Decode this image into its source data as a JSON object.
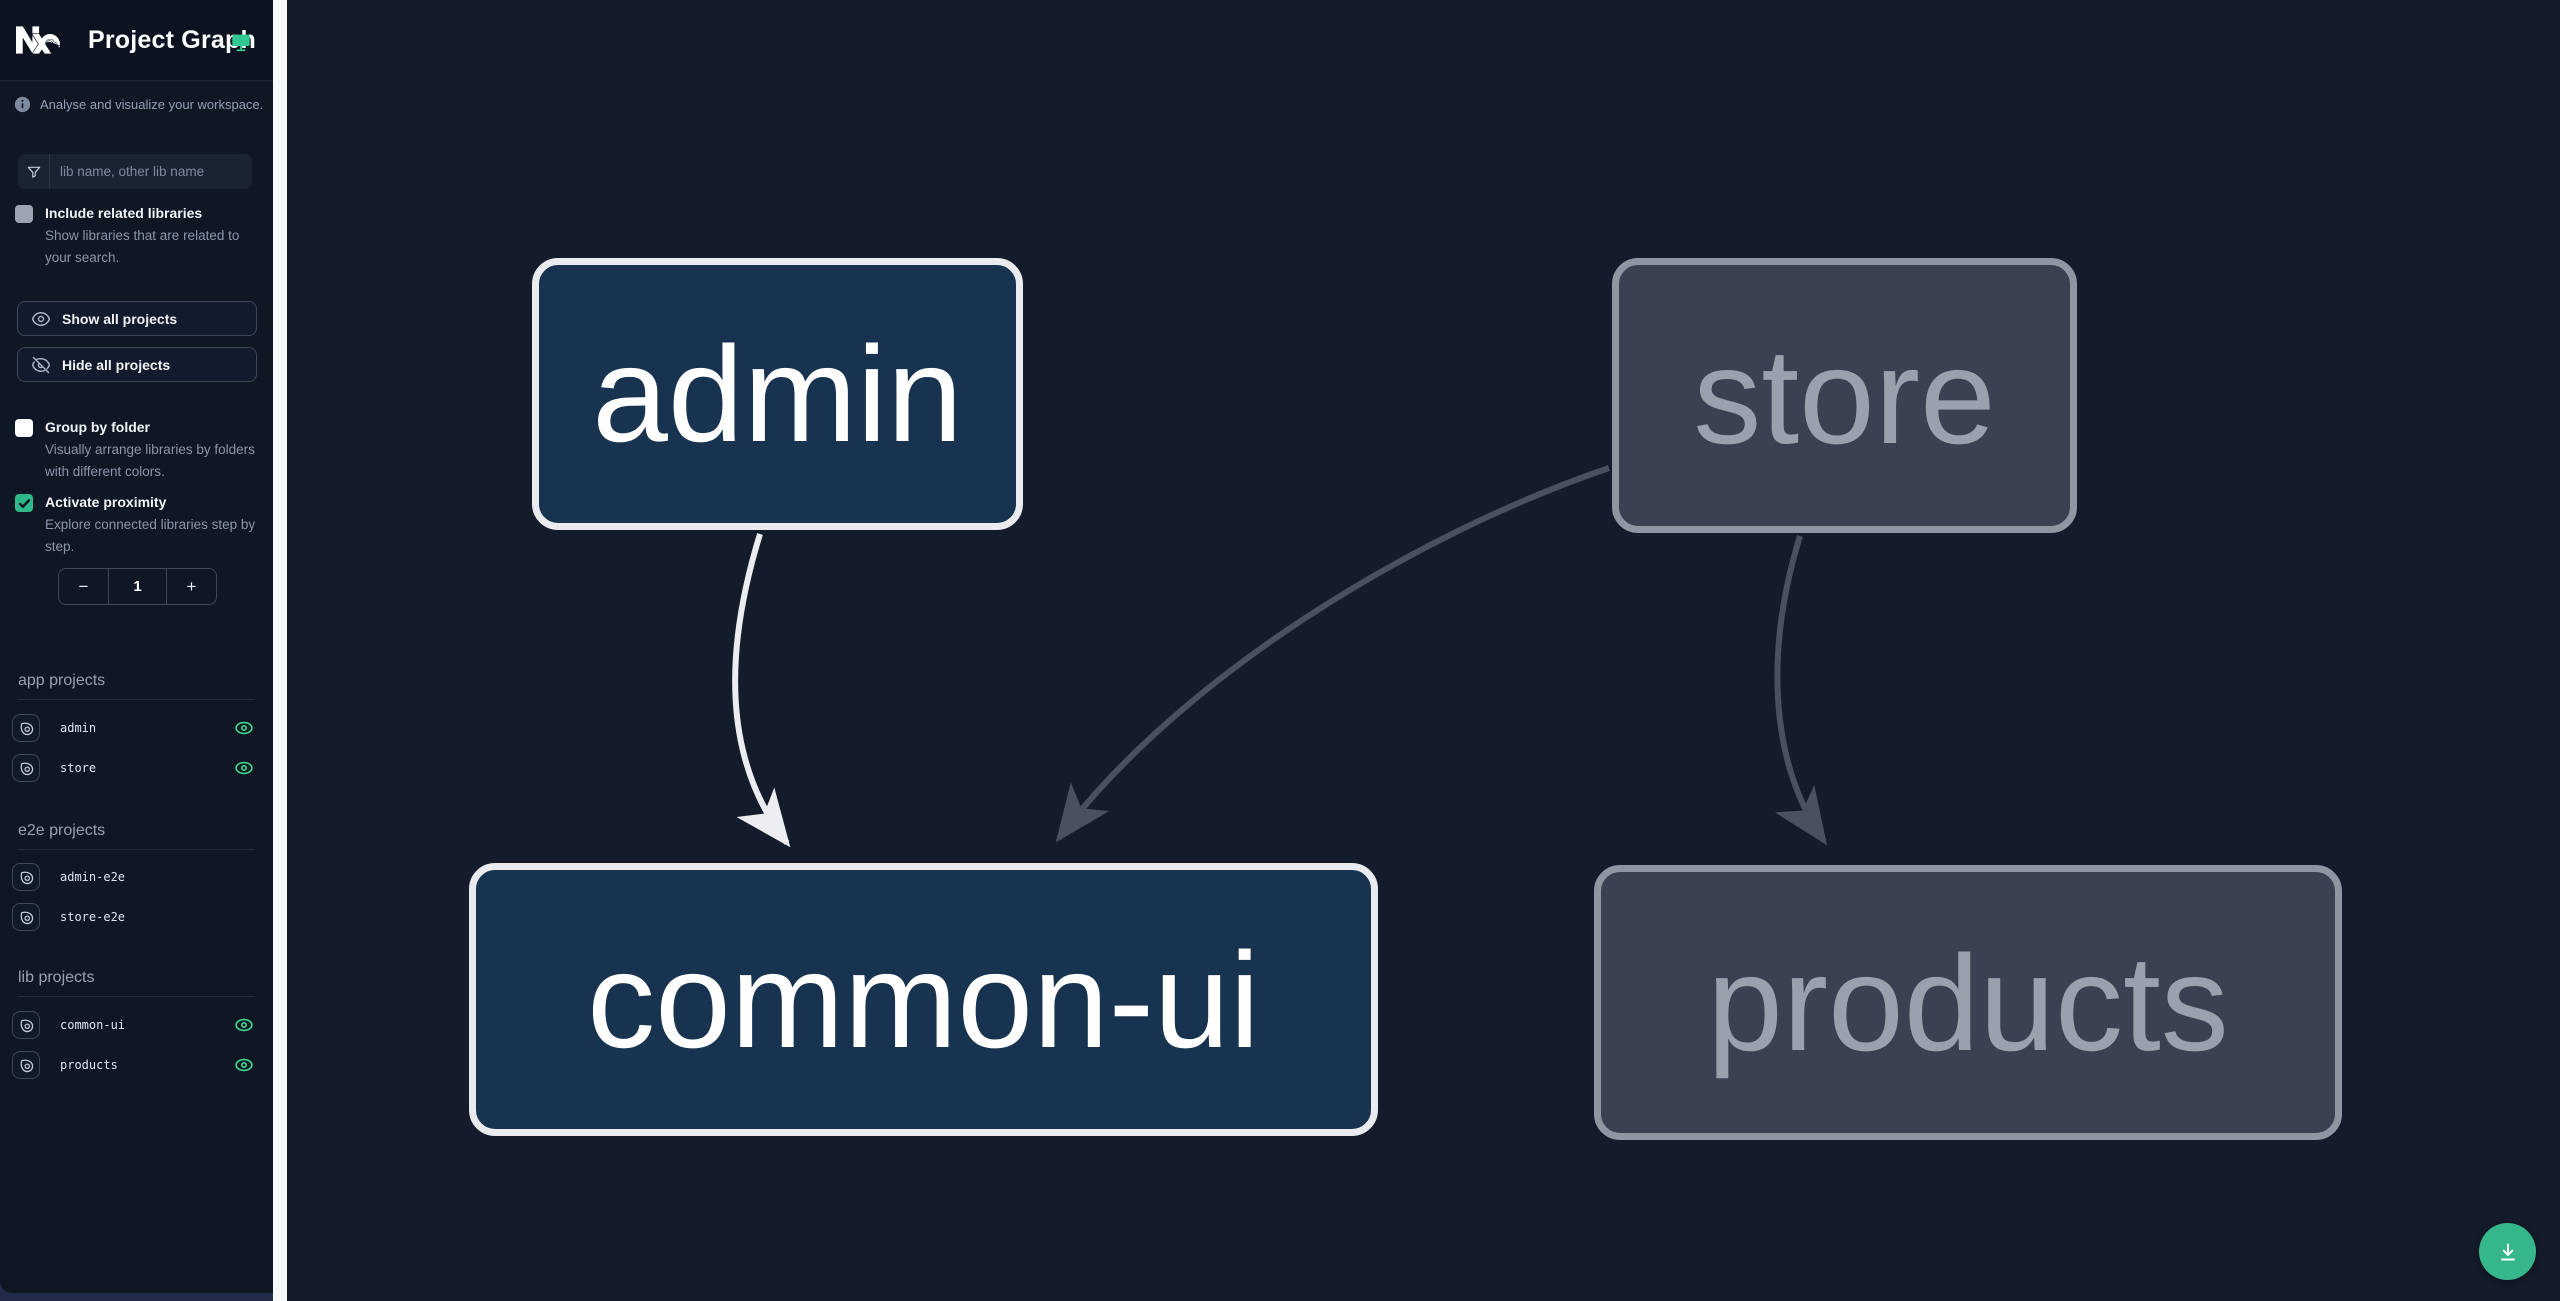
{
  "header": {
    "title": "Project Graph"
  },
  "sidebar": {
    "tagline": "Analyse and visualize your workspace.",
    "search": {
      "placeholder": "lib name, other lib name"
    },
    "options": {
      "related": {
        "label": "Include related libraries",
        "description": "Show libraries that are related to your search.",
        "checked": false
      },
      "group": {
        "label": "Group by folder",
        "description": "Visually arrange libraries by folders with different colors.",
        "checked": false
      },
      "proximity": {
        "label": "Activate proximity",
        "description": "Explore connected libraries step by step.",
        "checked": true
      }
    },
    "actions": {
      "show_all": "Show all projects",
      "hide_all": "Hide all projects"
    },
    "stepper": {
      "minus": "−",
      "value": "1",
      "plus": "+"
    },
    "sections": [
      {
        "title": "app projects",
        "items": [
          {
            "name": "admin",
            "visible": true
          },
          {
            "name": "store",
            "visible": true
          }
        ]
      },
      {
        "title": "e2e projects",
        "items": [
          {
            "name": "admin-e2e",
            "visible": false
          },
          {
            "name": "store-e2e",
            "visible": false
          }
        ]
      },
      {
        "title": "lib projects",
        "items": [
          {
            "name": "common-ui",
            "visible": true
          },
          {
            "name": "products",
            "visible": true
          }
        ]
      }
    ]
  },
  "graph": {
    "nodes": [
      {
        "id": "admin",
        "label": "admin",
        "state": "focused"
      },
      {
        "id": "store",
        "label": "store",
        "state": "dimmed"
      },
      {
        "id": "common-ui",
        "label": "common-ui",
        "state": "focused"
      },
      {
        "id": "products",
        "label": "products",
        "state": "dimmed"
      }
    ],
    "edges": [
      {
        "from": "admin",
        "to": "common-ui",
        "style": "highlighted"
      },
      {
        "from": "store",
        "to": "common-ui",
        "style": "dimmed"
      },
      {
        "from": "store",
        "to": "products",
        "style": "dimmed"
      }
    ]
  },
  "colors": {
    "accent_teal": "#30c795",
    "eye_green": "#3fd68f",
    "fab_green": "#35b78b",
    "node_focused_bg": "#17334f",
    "node_focused_border": "#e9ebef",
    "node_dimmed_bg": "#3a4150",
    "node_dimmed_border": "#8f96a2",
    "edge_highlight": "#ebedf0",
    "edge_dimmed": "#49505f",
    "sidebar_bg": "#0f1624",
    "canvas_bg": "#141b2b"
  }
}
